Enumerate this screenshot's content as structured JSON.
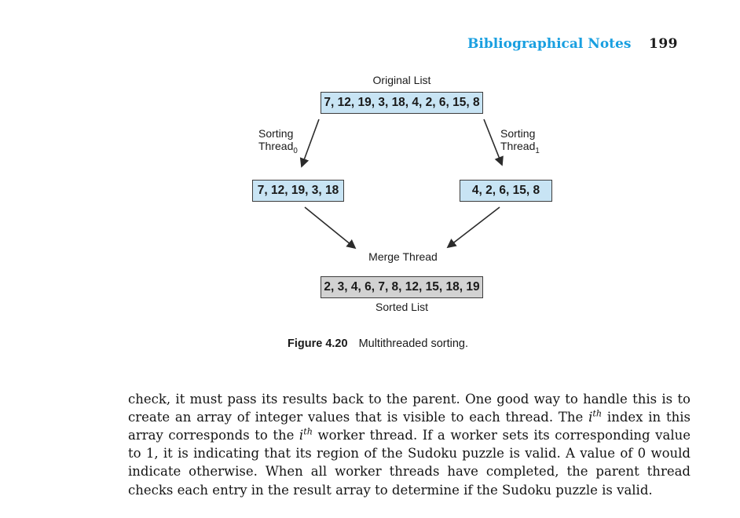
{
  "header": {
    "section_title": "Bibliographical Notes",
    "page_number": "199"
  },
  "diagram": {
    "original_list_label": "Original List",
    "original_list_values": "7, 12, 19, 3, 18, 4, 2, 6, 15, 8",
    "left_thread_line1": "Sorting",
    "left_thread_line2": "Thread",
    "left_thread_subscript": "0",
    "right_thread_line1": "Sorting",
    "right_thread_line2": "Thread",
    "right_thread_subscript": "1",
    "left_sublist_values": "7, 12, 19, 3, 18",
    "right_sublist_values": "4, 2, 6, 15, 8",
    "merge_thread_label": "Merge Thread",
    "sorted_list_values": "2, 3, 4, 6, 7, 8, 12, 15, 18, 19",
    "sorted_list_label": "Sorted List",
    "colors": {
      "list_box_fill": "#c8e4f4",
      "sorted_box_fill": "#d2d2d2",
      "box_border": "#3d3d3d",
      "arrow_stroke": "#2b2b2b"
    }
  },
  "caption": {
    "figure_number": "Figure 4.20",
    "text": "Multithreaded sorting."
  },
  "body": {
    "p_part1": "check, it must pass its results back to the parent. One good way to handle this is to create an array of integer values that is visible to each thread. The ",
    "var1": "i",
    "sup1": "th",
    "p_part2": " index in this array corresponds to the ",
    "var2": "i",
    "sup2": "th",
    "p_part3": " worker thread. If a worker sets its corresponding value to 1, it is indicating that its region of the Sudoku puzzle is valid. A value of 0 would indicate otherwise. When all worker threads have completed, the parent thread checks each entry in the result array to determine if the Sudoku puzzle is valid."
  },
  "colors": {
    "accent_blue": "#189fe0"
  }
}
